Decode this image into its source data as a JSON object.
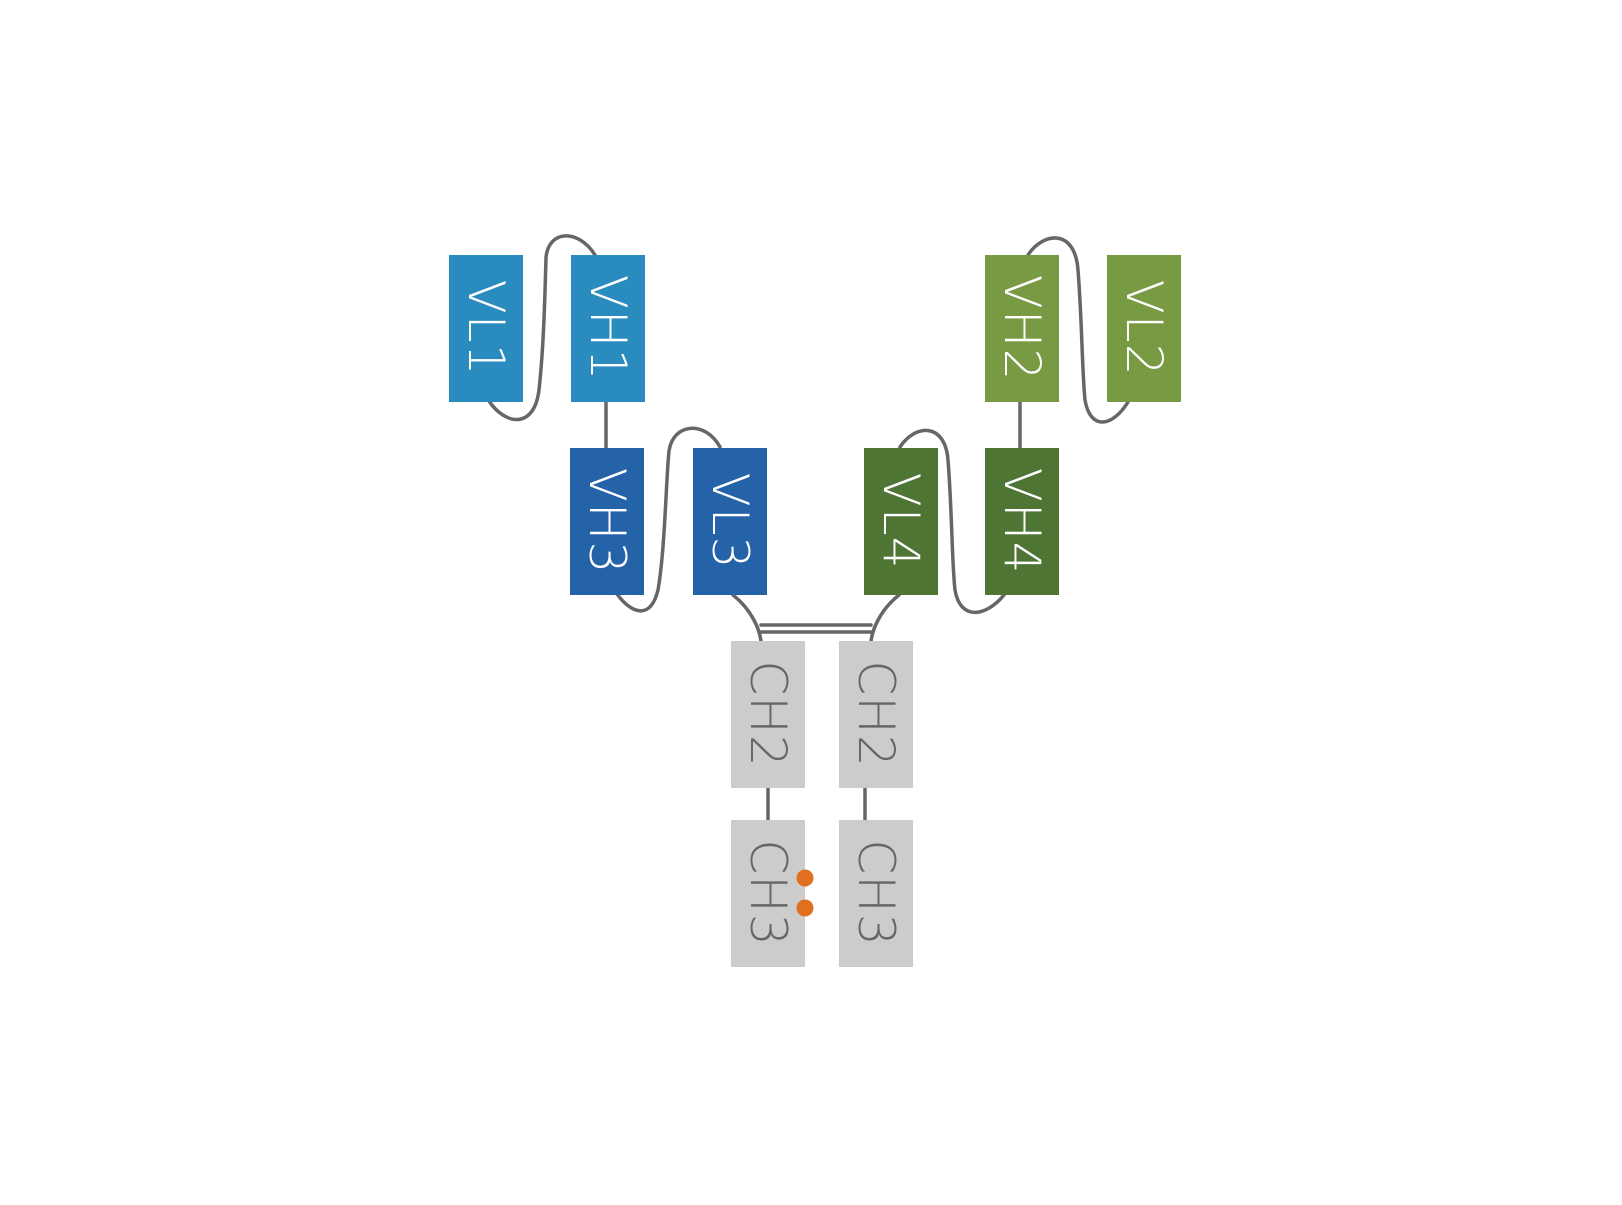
{
  "colors": {
    "light_blue": "#2A8BBF",
    "dark_blue": "#2463A8",
    "light_green": "#789A42",
    "dark_green": "#4F7535",
    "grey_box": "#CCCCCC",
    "grey_text": "#666666",
    "white_text": "#FFFFFF",
    "linker": "#666666",
    "knob_dot": "#E07020"
  },
  "domains": {
    "vl1": {
      "label": "VL1"
    },
    "vh1": {
      "label": "VH1"
    },
    "vh3": {
      "label": "VH3"
    },
    "vl3": {
      "label": "VL3"
    },
    "vl4": {
      "label": "VL4"
    },
    "vh4": {
      "label": "VH4"
    },
    "vh2": {
      "label": "VH2"
    },
    "vl2": {
      "label": "VL2"
    },
    "ch2_left": {
      "label": "CH2"
    },
    "ch3_left": {
      "label": "CH3"
    },
    "ch2_right": {
      "label": "CH2"
    },
    "ch3_right": {
      "label": "CH3"
    }
  }
}
